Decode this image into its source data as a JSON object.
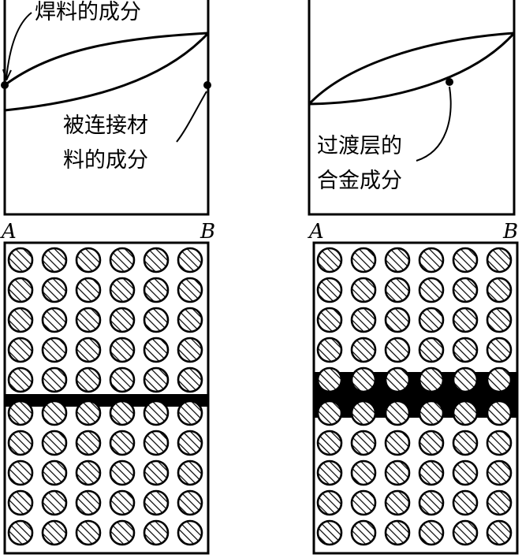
{
  "left_panel": {
    "solder_label": "焊料的成分",
    "base_label_line1": "被连接材",
    "base_label_line2": "料的成分",
    "axis_a": "A",
    "axis_b": "B"
  },
  "right_panel": {
    "layer_label_line1": "过渡层的",
    "layer_label_line2": "合金成分",
    "axis_a": "A",
    "axis_b": "B"
  },
  "lattice": {
    "rows": 10,
    "cols": 6
  },
  "colors": {
    "ink": "#000000",
    "background": "#ffffff"
  }
}
